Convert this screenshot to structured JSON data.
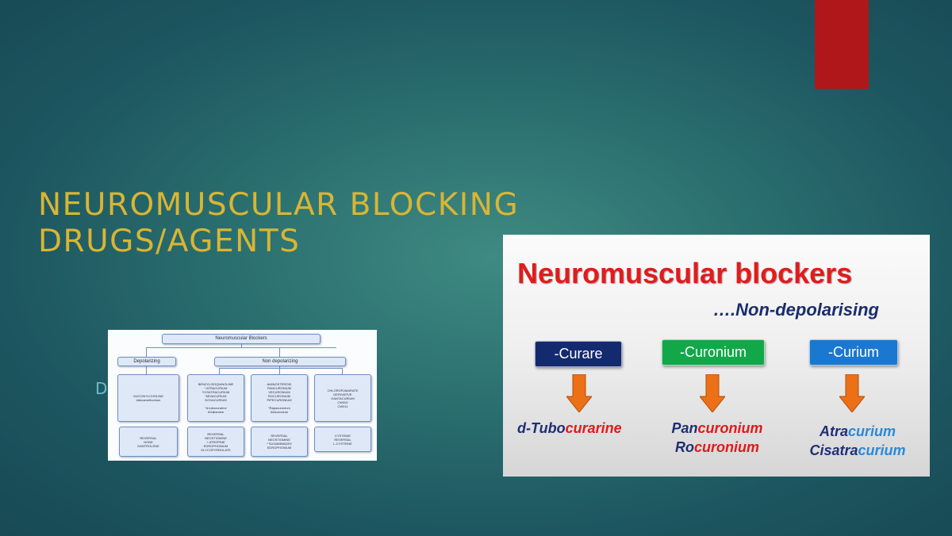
{
  "slide": {
    "title_line1": "NEUROMUSCULAR BLOCKING",
    "title_line2": "DRUGS/AGENTS",
    "hidden_text": "D",
    "colors": {
      "title": "#d9b534",
      "accent_bar": "#b0171b",
      "background": "#2a6f6f"
    }
  },
  "flowchart": {
    "root": "Neuromuscular Blockers",
    "depolarizing": "Depolarizing",
    "nondepolarizing": "Non depolarizing",
    "depol_drugs": "SUCCINYLCHOLINE\n#decamethonium",
    "depol_reversal": "REVERSAL\nNONE\nDANTROLENE",
    "col2": "BENZYLISOQUINOLINE\n* ATRACURIUM\n*CISATRACURIUM\n*MIVACURIUM\nDOXACURIUM\n\n*d-tubocurarine\n#Gallamine",
    "col2_rev": "REVERSAL\nNEOSTIGMINE\n+ ATROPINE\nEDROPHONIUM\nGLYCOPYRROLATE",
    "col3": "AMINOSTEROID\nPANCURONIUM\nVECURONIUM\nROCURONIUM\nPIPECURONIUM\n\n*Rapacuronium\n#Alcuronium",
    "col3_rev": "REVERSAL\nNEOSTIGMINE\n* SUGAMMADEX\nEDROPHONIUM",
    "col4": "CHLOROFUMARATE\nDERIVATIVE\nGANTACURIUM\nCW002\nCW011",
    "col4_rev": "CYSTEINE\nREVERSAL\nL-CYSTEINE"
  },
  "nm_image": {
    "title": "Neuromuscular blockers",
    "subtitle": "….Non-depolarising",
    "groups": [
      {
        "suffix": "-Curare",
        "color": "#142a6e",
        "drugs": [
          {
            "prefix": "d-Tubo",
            "stem": "curarine",
            "suffix": ""
          }
        ]
      },
      {
        "suffix": "-Curonium",
        "color": "#12a84a",
        "drugs": [
          {
            "prefix": "Pan",
            "stem": "curonium",
            "suffix": ""
          },
          {
            "prefix": "Ro",
            "stem": "curonium",
            "suffix": ""
          }
        ]
      },
      {
        "suffix": "-Curium",
        "color": "#1a78d0",
        "drugs": [
          {
            "prefix": "Atra",
            "stem": "curium",
            "suffix": ""
          },
          {
            "prefix": "Cisatra",
            "stem": "curium",
            "suffix": ""
          }
        ]
      }
    ]
  }
}
